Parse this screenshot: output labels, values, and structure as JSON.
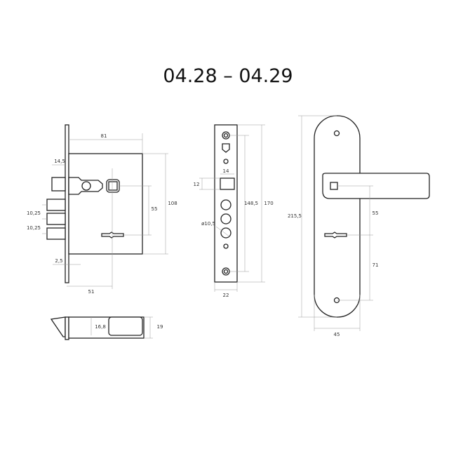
{
  "title": "04.28 – 04.29",
  "lock_body": {
    "width": "81",
    "backset_offset": "14,5",
    "center_distance": "55",
    "height": "108",
    "bolt_spacing_1": "10,25",
    "bolt_spacing_2": "10,25",
    "faceplate_thickness": "2,5",
    "backset": "51"
  },
  "bottom_view": {
    "bolt_width": "16,8",
    "depth": "19"
  },
  "faceplate": {
    "spindle_width": "14",
    "spindle_height": "12",
    "hole_diameter": "ø10,5",
    "screw_distance": "148,5",
    "length": "170",
    "width": "22"
  },
  "handle": {
    "center_distance_1": "55",
    "center_distance_2": "71",
    "length": "215,5",
    "width": "45"
  }
}
